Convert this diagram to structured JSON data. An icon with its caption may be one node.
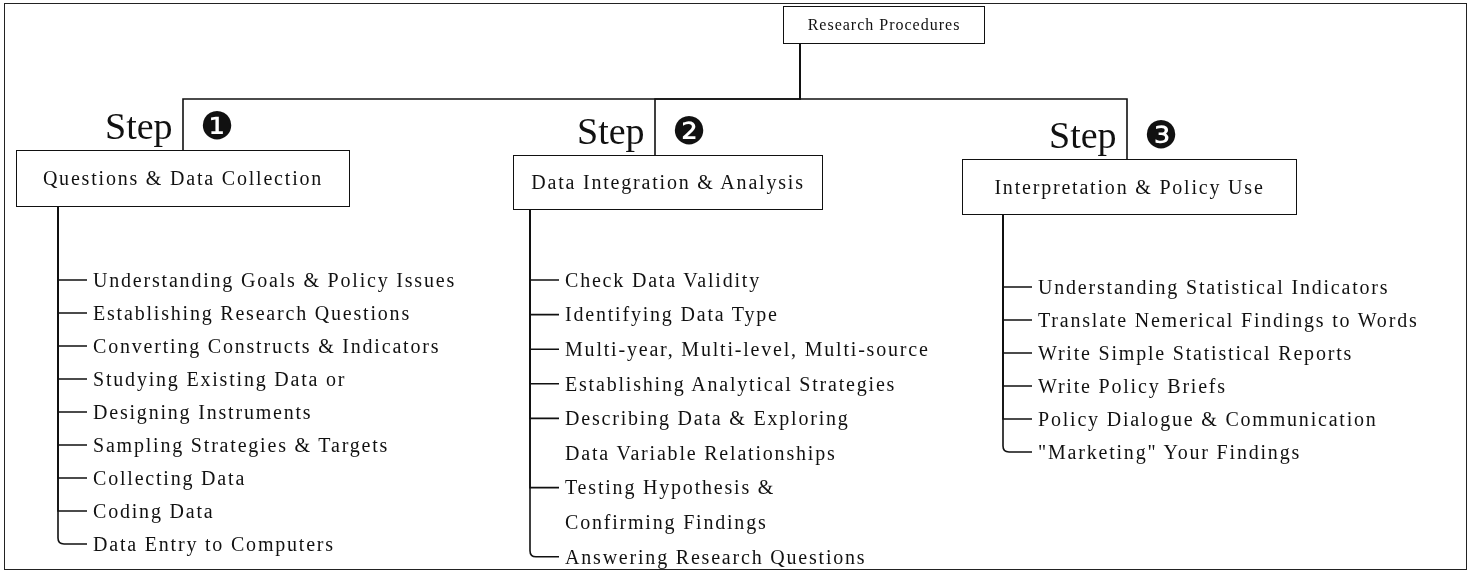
{
  "diagram": {
    "nodes": [
      {
        "text": [
          "Research Procedures"
        ]
      },
      {
        "text": [
          "Step ❶",
          "Questions & Data Collection"
        ]
      },
      {
        "text": [
          "Step ❷",
          "Data Integration & Analysis"
        ]
      },
      {
        "text": [
          "Step ❸",
          "Interpretation & Policy Use"
        ]
      },
      {
        "text": [
          "Understanding Goals & Policy Issues"
        ]
      },
      {
        "text": [
          "Establishing Research Questions"
        ]
      },
      {
        "text": [
          "Converting Constructs & Indicators"
        ]
      },
      {
        "text": [
          "Studying Existing Data or"
        ]
      },
      {
        "text": [
          "Designing Instruments"
        ]
      },
      {
        "text": [
          "Sampling Strategies & Targets"
        ]
      },
      {
        "text": [
          "Collecting Data"
        ]
      },
      {
        "text": [
          "Coding Data"
        ]
      },
      {
        "text": [
          "Data Entry to Computers"
        ]
      },
      {
        "text": [
          "Check Data Validity"
        ]
      },
      {
        "text": [
          "Identifying Data Type"
        ]
      },
      {
        "text": [
          "Multi-year, Multi-level, Multi-source"
        ]
      },
      {
        "text": [
          "Establishing Analytical Strategies"
        ]
      },
      {
        "text": [
          "Describing Data & Exploring Data Variable Relationships"
        ]
      },
      {
        "text": [
          "Testing Hypothesis & Confirming Findings"
        ]
      },
      {
        "text": [
          "Answering Research Questions"
        ]
      },
      {
        "text": [
          "Understanding Statistical Indicators"
        ]
      },
      {
        "text": [
          "Translate Nemerical Findings to Words"
        ]
      },
      {
        "text": [
          "Write Simple Statistical Reports"
        ]
      },
      {
        "text": [
          "Write Policy Briefs"
        ]
      },
      {
        "text": [
          "Policy Dialogue & Communication"
        ]
      },
      {
        "text": [
          "\"Marketing\" Your Findings"
        ]
      }
    ],
    "edges": [
      {
        "from": 0,
        "to": 1,
        "arrow": "none"
      },
      {
        "from": 0,
        "to": 2,
        "arrow": "none"
      },
      {
        "from": 0,
        "to": 3,
        "arrow": "none"
      },
      {
        "from": 1,
        "to": 4,
        "arrow": "none"
      },
      {
        "from": 1,
        "to": 5,
        "arrow": "none"
      },
      {
        "from": 1,
        "to": 6,
        "arrow": "none"
      },
      {
        "from": 1,
        "to": 7,
        "arrow": "none"
      },
      {
        "from": 1,
        "to": 8,
        "arrow": "none"
      },
      {
        "from": 1,
        "to": 9,
        "arrow": "none"
      },
      {
        "from": 1,
        "to": 10,
        "arrow": "none"
      },
      {
        "from": 1,
        "to": 11,
        "arrow": "none"
      },
      {
        "from": 1,
        "to": 12,
        "arrow": "none"
      },
      {
        "from": 2,
        "to": 13,
        "arrow": "none"
      },
      {
        "from": 2,
        "to": 14,
        "arrow": "none"
      },
      {
        "from": 2,
        "to": 15,
        "arrow": "none"
      },
      {
        "from": 2,
        "to": 16,
        "arrow": "none"
      },
      {
        "from": 2,
        "to": 17,
        "arrow": "none"
      },
      {
        "from": 2,
        "to": 18,
        "arrow": "none"
      },
      {
        "from": 2,
        "to": 19,
        "arrow": "none"
      },
      {
        "from": 3,
        "to": 20,
        "arrow": "none"
      },
      {
        "from": 3,
        "to": 21,
        "arrow": "none"
      },
      {
        "from": 3,
        "to": 22,
        "arrow": "none"
      },
      {
        "from": 3,
        "to": 23,
        "arrow": "none"
      },
      {
        "from": 3,
        "to": 24,
        "arrow": "none"
      },
      {
        "from": 3,
        "to": 25,
        "arrow": "none"
      }
    ]
  }
}
